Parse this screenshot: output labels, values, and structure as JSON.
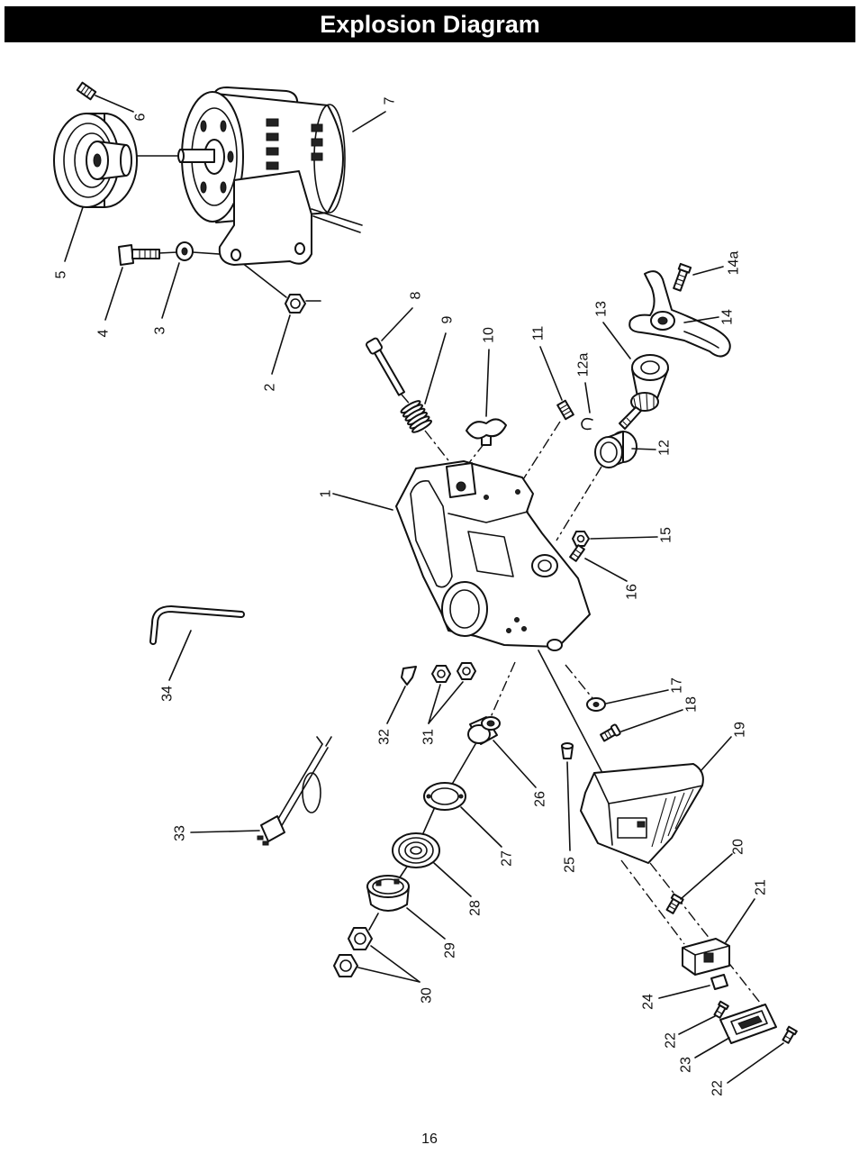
{
  "page": {
    "title": "Explosion Diagram",
    "page_number": "16"
  },
  "parts": {
    "p1": "1",
    "p2": "2",
    "p3": "3",
    "p4": "4",
    "p5": "5",
    "p6": "6",
    "p7": "7",
    "p8": "8",
    "p9": "9",
    "p10": "10",
    "p11": "11",
    "p12": "12",
    "p12a": "12a",
    "p13": "13",
    "p14": "14",
    "p14a": "14a",
    "p15": "15",
    "p16": "16",
    "p17": "17",
    "p18": "18",
    "p19": "19",
    "p20": "20",
    "p21": "21",
    "p22_upper": "22",
    "p22_lower": "22",
    "p23": "23",
    "p24": "24",
    "p25": "25",
    "p26": "26",
    "p27": "27",
    "p28": "28",
    "p29": "29",
    "p30": "30",
    "p31": "31",
    "p32": "32",
    "p33": "33",
    "p34": "34"
  }
}
